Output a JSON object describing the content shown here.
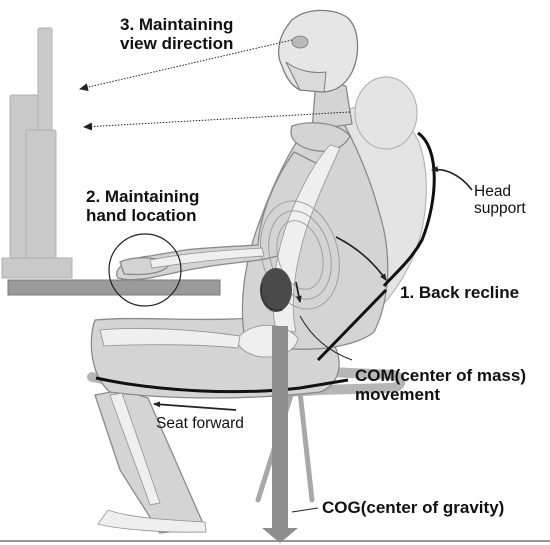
{
  "labels": {
    "view_direction": [
      "3. Maintaining",
      "view direction"
    ],
    "hand_location": [
      "2. Maintaining",
      "hand location"
    ],
    "head_support": [
      "Head",
      "support"
    ],
    "back_recline": "1. Back recline",
    "com": [
      "COM(center of mass)",
      "movement"
    ],
    "seat_forward": "Seat forward",
    "cog": "COG(center of gravity)"
  },
  "colors": {
    "skeleton_fill": "#d4d4d4",
    "skeleton_stroke": "#8a8a8a",
    "bone_fill": "#efefef",
    "monitor": "#c9c9c9",
    "desk": "#9a9a9a",
    "com_marker": "#4a4a4a",
    "cog_column": "#8e8e8e",
    "support_line": "#111111",
    "arrow": "#222222"
  }
}
